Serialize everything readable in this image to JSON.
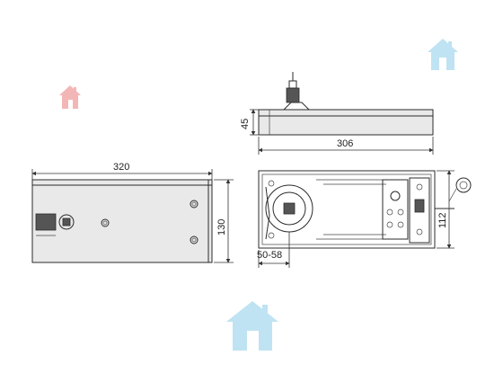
{
  "dimensions": {
    "length_front": "320",
    "height_front": "130",
    "height_side": "45",
    "length_side": "306",
    "width_top": "112",
    "spindle_offset": "50-58"
  },
  "watermark_icon": "house-icon",
  "colors": {
    "watermark_red": "#f3b6b6",
    "watermark_blue": "#bfe3f2",
    "line": "#2b2b2b",
    "body": "#e9e9e9"
  }
}
